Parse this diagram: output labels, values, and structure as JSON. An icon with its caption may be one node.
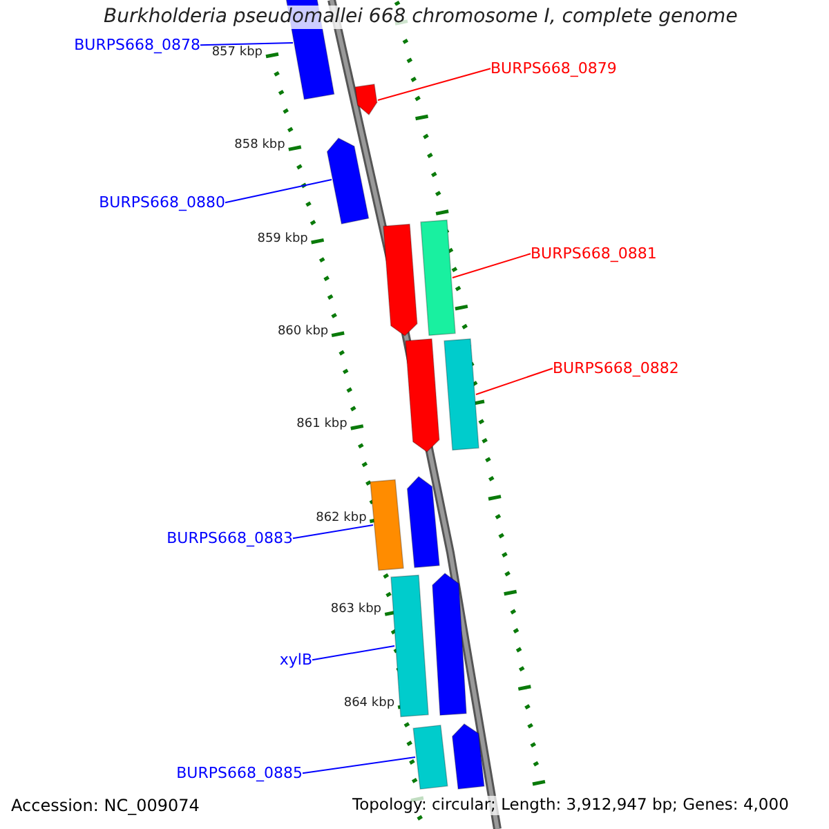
{
  "diagram": {
    "title": "Burkholderia pseudomallei 668 chromosome I, complete genome",
    "nodes": [
      {
        "text": [
          "BURPS668_0878"
        ]
      },
      {
        "text": [
          "BURPS668_0879"
        ]
      },
      {
        "text": [
          "BURPS668_0880"
        ]
      },
      {
        "text": [
          "BURPS668_0881"
        ]
      },
      {
        "text": [
          "BURPS668_0882"
        ]
      },
      {
        "text": [
          "BURPS668_0883"
        ]
      },
      {
        "text": [
          "xylB"
        ]
      },
      {
        "text": [
          "BURPS668_0885"
        ]
      },
      {
        "text": [],
        "shape": "bar"
      },
      {
        "text": [],
        "shape": "arrow"
      },
      {
        "text": [],
        "shape": "arrow"
      },
      {
        "text": [],
        "shape": "arrow"
      },
      {
        "text": [],
        "shape": "bar"
      },
      {
        "text": [],
        "shape": "arrow"
      },
      {
        "text": [],
        "shape": "bar"
      },
      {
        "text": [],
        "shape": "bar"
      },
      {
        "text": [],
        "shape": "arrow"
      },
      {
        "text": [],
        "shape": "bar"
      },
      {
        "text": [],
        "shape": "arrow"
      },
      {
        "text": [],
        "shape": "bar"
      },
      {
        "text": [],
        "shape": "arrow"
      }
    ],
    "edges": [
      {
        "from": 0,
        "to": 8,
        "arrow": "none"
      },
      {
        "from": 1,
        "to": 9,
        "arrow": "none",
        "color": "#ff0000"
      },
      {
        "from": 2,
        "to": 10,
        "arrow": "none"
      },
      {
        "from": 3,
        "to": 12,
        "arrow": "none",
        "color": "#ff0000"
      },
      {
        "from": 4,
        "to": 14,
        "arrow": "none",
        "color": "#ff0000"
      },
      {
        "from": 5,
        "to": 15,
        "arrow": "none"
      },
      {
        "from": 6,
        "to": 17,
        "arrow": "none"
      },
      {
        "from": 7,
        "to": 19,
        "arrow": "none"
      }
    ],
    "labels": [
      "857 kbp",
      "858 kbp",
      "859 kbp",
      "860 kbp",
      "861 kbp",
      "862 kbp",
      "863 kbp",
      "864 kbp",
      "Accession: NC_009074",
      "Topology: circular; Length: 3,912,947 bp; Genes: 4,000"
    ]
  }
}
